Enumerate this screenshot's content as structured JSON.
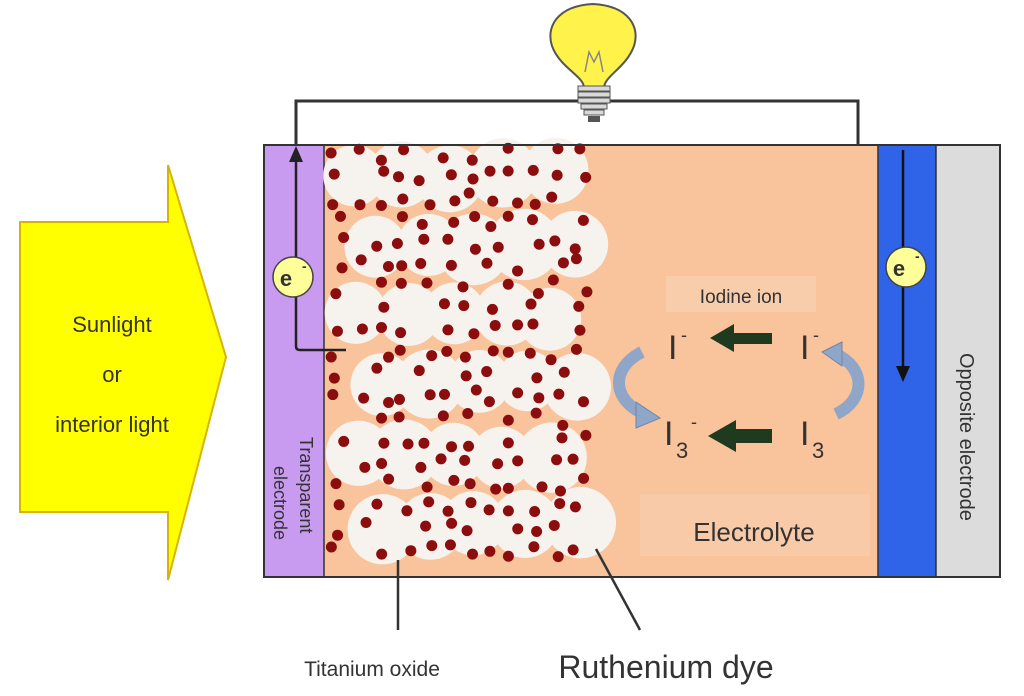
{
  "light_source": {
    "line1": "Sunlight",
    "line2": "or",
    "line3": "interior light"
  },
  "electrodes": {
    "transparent_line1": "Transparent",
    "transparent_line2": "electrode",
    "opposite": "Opposite electrode"
  },
  "electron": {
    "symbol": "e",
    "charge": "-"
  },
  "ions": {
    "title": "Iodine ion",
    "iodide_symbol": "I",
    "iodide_charge": "-",
    "triiodide_symbol": "I",
    "triiodide_subscript": "3",
    "triiodide_charge": "-"
  },
  "electrolyte_label": "Electrolyte",
  "callouts": {
    "titanium_oxide": "Titanium oxide",
    "ruthenium_dye": "Ruthenium dye"
  },
  "colors": {
    "arrow_fill": "#ffff00",
    "electrolyte": "#f9c39b",
    "transparent_electrode": "#c89af0",
    "conductor": "#2f63e8",
    "opposite_electrode": "#dcdcdc",
    "dye_dot": "#8b0d0d",
    "ion_arrow": "#1f3a1f",
    "bulb": "#fff24a",
    "cycle_arrow": "#8fa6c8"
  }
}
